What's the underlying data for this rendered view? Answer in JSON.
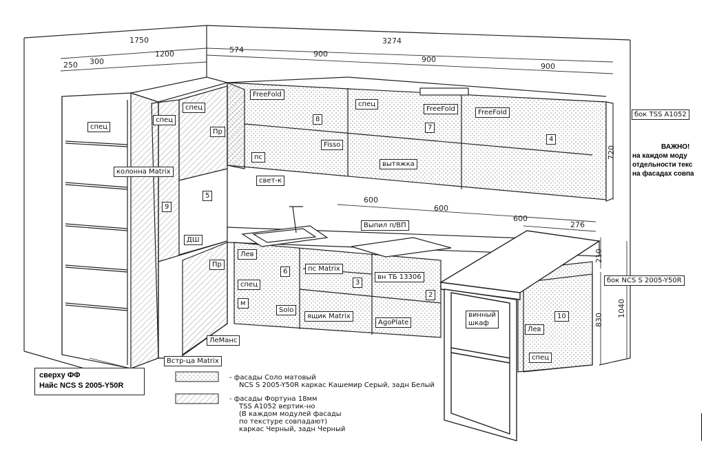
{
  "dimensions": {
    "d1750": "1750",
    "d3274": "3274",
    "d250": "250",
    "d300": "300",
    "d1200": "1200",
    "d574": "574",
    "d900a": "900",
    "d900b": "900",
    "d900c": "900",
    "d600a": "600",
    "d600b": "600",
    "d600c": "600",
    "d276": "276",
    "d720": "720",
    "d210": "210",
    "d830": "830",
    "d1040": "1040"
  },
  "labels": {
    "spec1": "спец",
    "spec2": "спец",
    "spec3": "спец",
    "spec4": "спец",
    "spec5": "спец",
    "spec6": "спец",
    "kolonna": "колонна Matrix",
    "pr1": "Пр",
    "pr2": "Пр",
    "n9": "9",
    "n5": "5",
    "dsh": "ДШ",
    "freefold1": "FreeFold",
    "freefold2": "FreeFold",
    "freefold3": "FreeFold",
    "n8": "8",
    "n7": "7",
    "n4": "4",
    "fisso": "Fisso",
    "pc": "пс",
    "svet": "свет-к",
    "vytyazhka": "вытяжка",
    "bok_tss": "бок TSS A1052",
    "vypil": "Выпил п/ВП",
    "lev1": "Лев",
    "n6": "6",
    "m": "м",
    "solo": "Solo",
    "pc_matrix": "пс Matrix",
    "n3": "3",
    "yaschik": "ящик Matrix",
    "vn_tb": "вн ТБ 13306",
    "n2": "2",
    "agoplate": "AgoPlate",
    "vinny": "винный\nшкаф",
    "lev2": "Лев",
    "n10": "10",
    "bok_ncs": "бок NCS S 2005-Y50R",
    "lemans": "ЛеМанс",
    "vstr": "Встр-ца Matrix"
  },
  "important_note": {
    "line1": "ВАЖНО!",
    "line2": "на каждом моду",
    "line3": "отдельности текс",
    "line4": "на фасадах совпа"
  },
  "top_note": {
    "line1": "сверху ФФ",
    "line2": "Найс NCS S 2005-Y50R"
  },
  "legend": {
    "item1_line1": "- фасады Соло матовый",
    "item1_line2": "NCS S 2005-Y50R каркас Кашемир Серый, задн Белый",
    "item2_line1": "- фасады Фортуна 18мм",
    "item2_line2": "TSS A1052 вертик-но",
    "item2_line3": "(В каждом модулей фасады",
    "item2_line4": "по текстуре совпадают)",
    "item2_line5": "каркас Черный, задн Черный"
  },
  "colors": {
    "line": "#222222",
    "hatch": "#9a9a9a",
    "dots": "#8a8a8a"
  }
}
